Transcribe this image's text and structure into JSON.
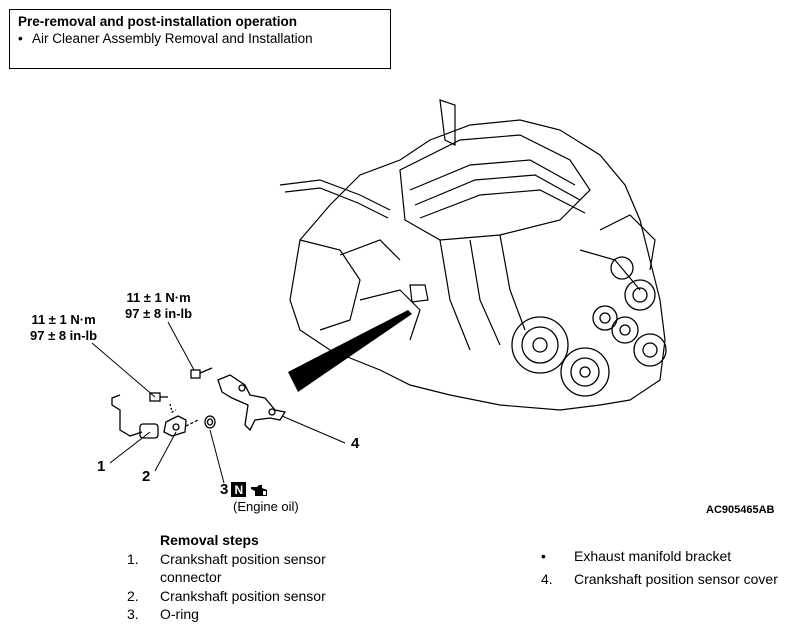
{
  "note": {
    "title": "Pre-removal and post-installation operation",
    "items": [
      "Air Cleaner Assembly Removal and Installation"
    ]
  },
  "torque_left": [
    "11 ± 1 N·m",
    "97 ± 8 in-lb"
  ],
  "torque_right": [
    "11 ± 1 N·m",
    "97 ± 8 in-lb"
  ],
  "callouts": {
    "c1": "1",
    "c2": "2",
    "c3": "3",
    "c4": "4"
  },
  "oil": {
    "code": "N",
    "label": "(Engine oil)"
  },
  "figure_id": "AC905465AB",
  "removal": {
    "title": "Removal steps",
    "steps": [
      {
        "num": "1.",
        "line1": "Crankshaft position sensor",
        "line2": "connector"
      },
      {
        "num": "2.",
        "line1": "Crankshaft position sensor"
      },
      {
        "num": "3.",
        "line1": "O-ring"
      },
      {
        "num": "•",
        "line1": "Exhaust manifold bracket"
      },
      {
        "num": "4.",
        "line1": "Crankshaft position sensor cover"
      }
    ]
  }
}
